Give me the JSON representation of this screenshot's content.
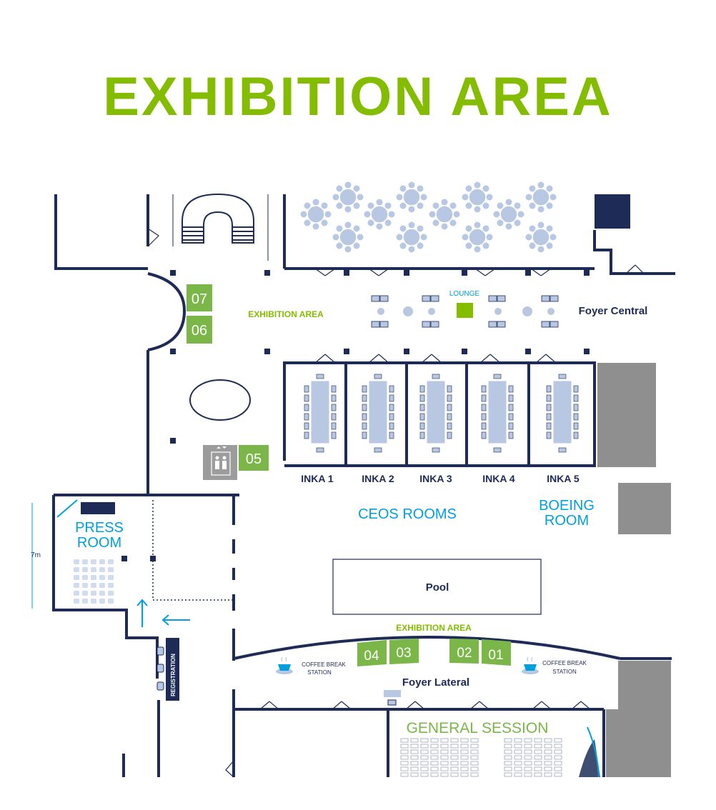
{
  "title": "EXHIBITION AREA",
  "labels": {
    "exhibition_area_top": "EXHIBITION AREA",
    "exhibition_area_bottom": "EXHIBITION AREA",
    "lounge": "LOUNGE",
    "foyer_central": "Foyer Central",
    "foyer_lateral": "Foyer Lateral",
    "ceos_rooms": "CEOS ROOMS",
    "boeing_room_line1": "BOEING",
    "boeing_room_line2": "ROOM",
    "press_room_line1": "PRESS",
    "press_room_line2": "ROOM",
    "pool": "Pool",
    "general_session": "GENERAL SESSION",
    "registration": "REGISTRATION",
    "scale": "7m",
    "coffee_line1": "COFFEE BREAK",
    "coffee_line2": "STATION"
  },
  "rooms": [
    "INKA 1",
    "INKA 2",
    "INKA 3",
    "INKA 4",
    "INKA 5"
  ],
  "booths": [
    "07",
    "06",
    "05",
    "04",
    "03",
    "02",
    "01"
  ],
  "colors": {
    "green": "#84bd00",
    "booth_green": "#7ab648",
    "wall": "#1d2b56",
    "accent_blue": "#00a0df",
    "furniture": "#b8c8e2",
    "gray": "#8f8f8f"
  }
}
